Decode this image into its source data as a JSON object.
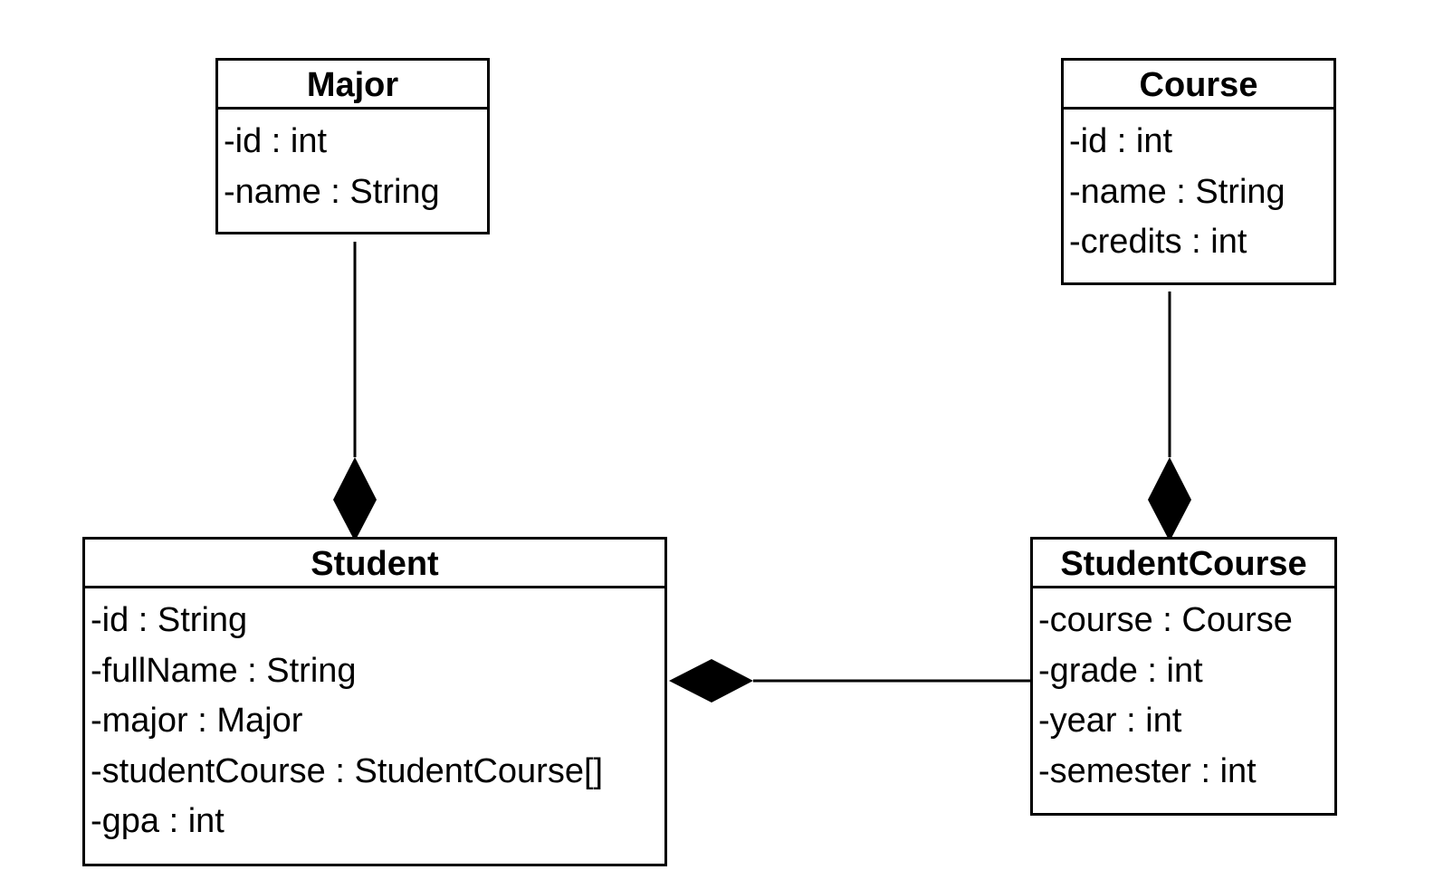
{
  "classes": {
    "major": {
      "name": "Major",
      "attributes": [
        "-id : int",
        "-name : String"
      ]
    },
    "course": {
      "name": "Course",
      "attributes": [
        "-id : int",
        "-name : String",
        "-credits : int"
      ]
    },
    "student": {
      "name": "Student",
      "attributes": [
        "-id : String",
        "-fullName : String",
        "-major : Major",
        "-studentCourse : StudentCourse[]",
        "-gpa : int"
      ]
    },
    "studentcourse": {
      "name": "StudentCourse",
      "attributes": [
        "-course : Course",
        "-grade : int",
        "-year : int",
        "-semester : int"
      ]
    }
  },
  "relationships": [
    {
      "type": "composition",
      "whole": "Student",
      "part": "Major"
    },
    {
      "type": "composition",
      "whole": "StudentCourse",
      "part": "Course"
    },
    {
      "type": "composition",
      "whole": "Student",
      "part": "StudentCourse"
    }
  ],
  "colors": {
    "stroke": "#000000",
    "background": "#ffffff"
  }
}
